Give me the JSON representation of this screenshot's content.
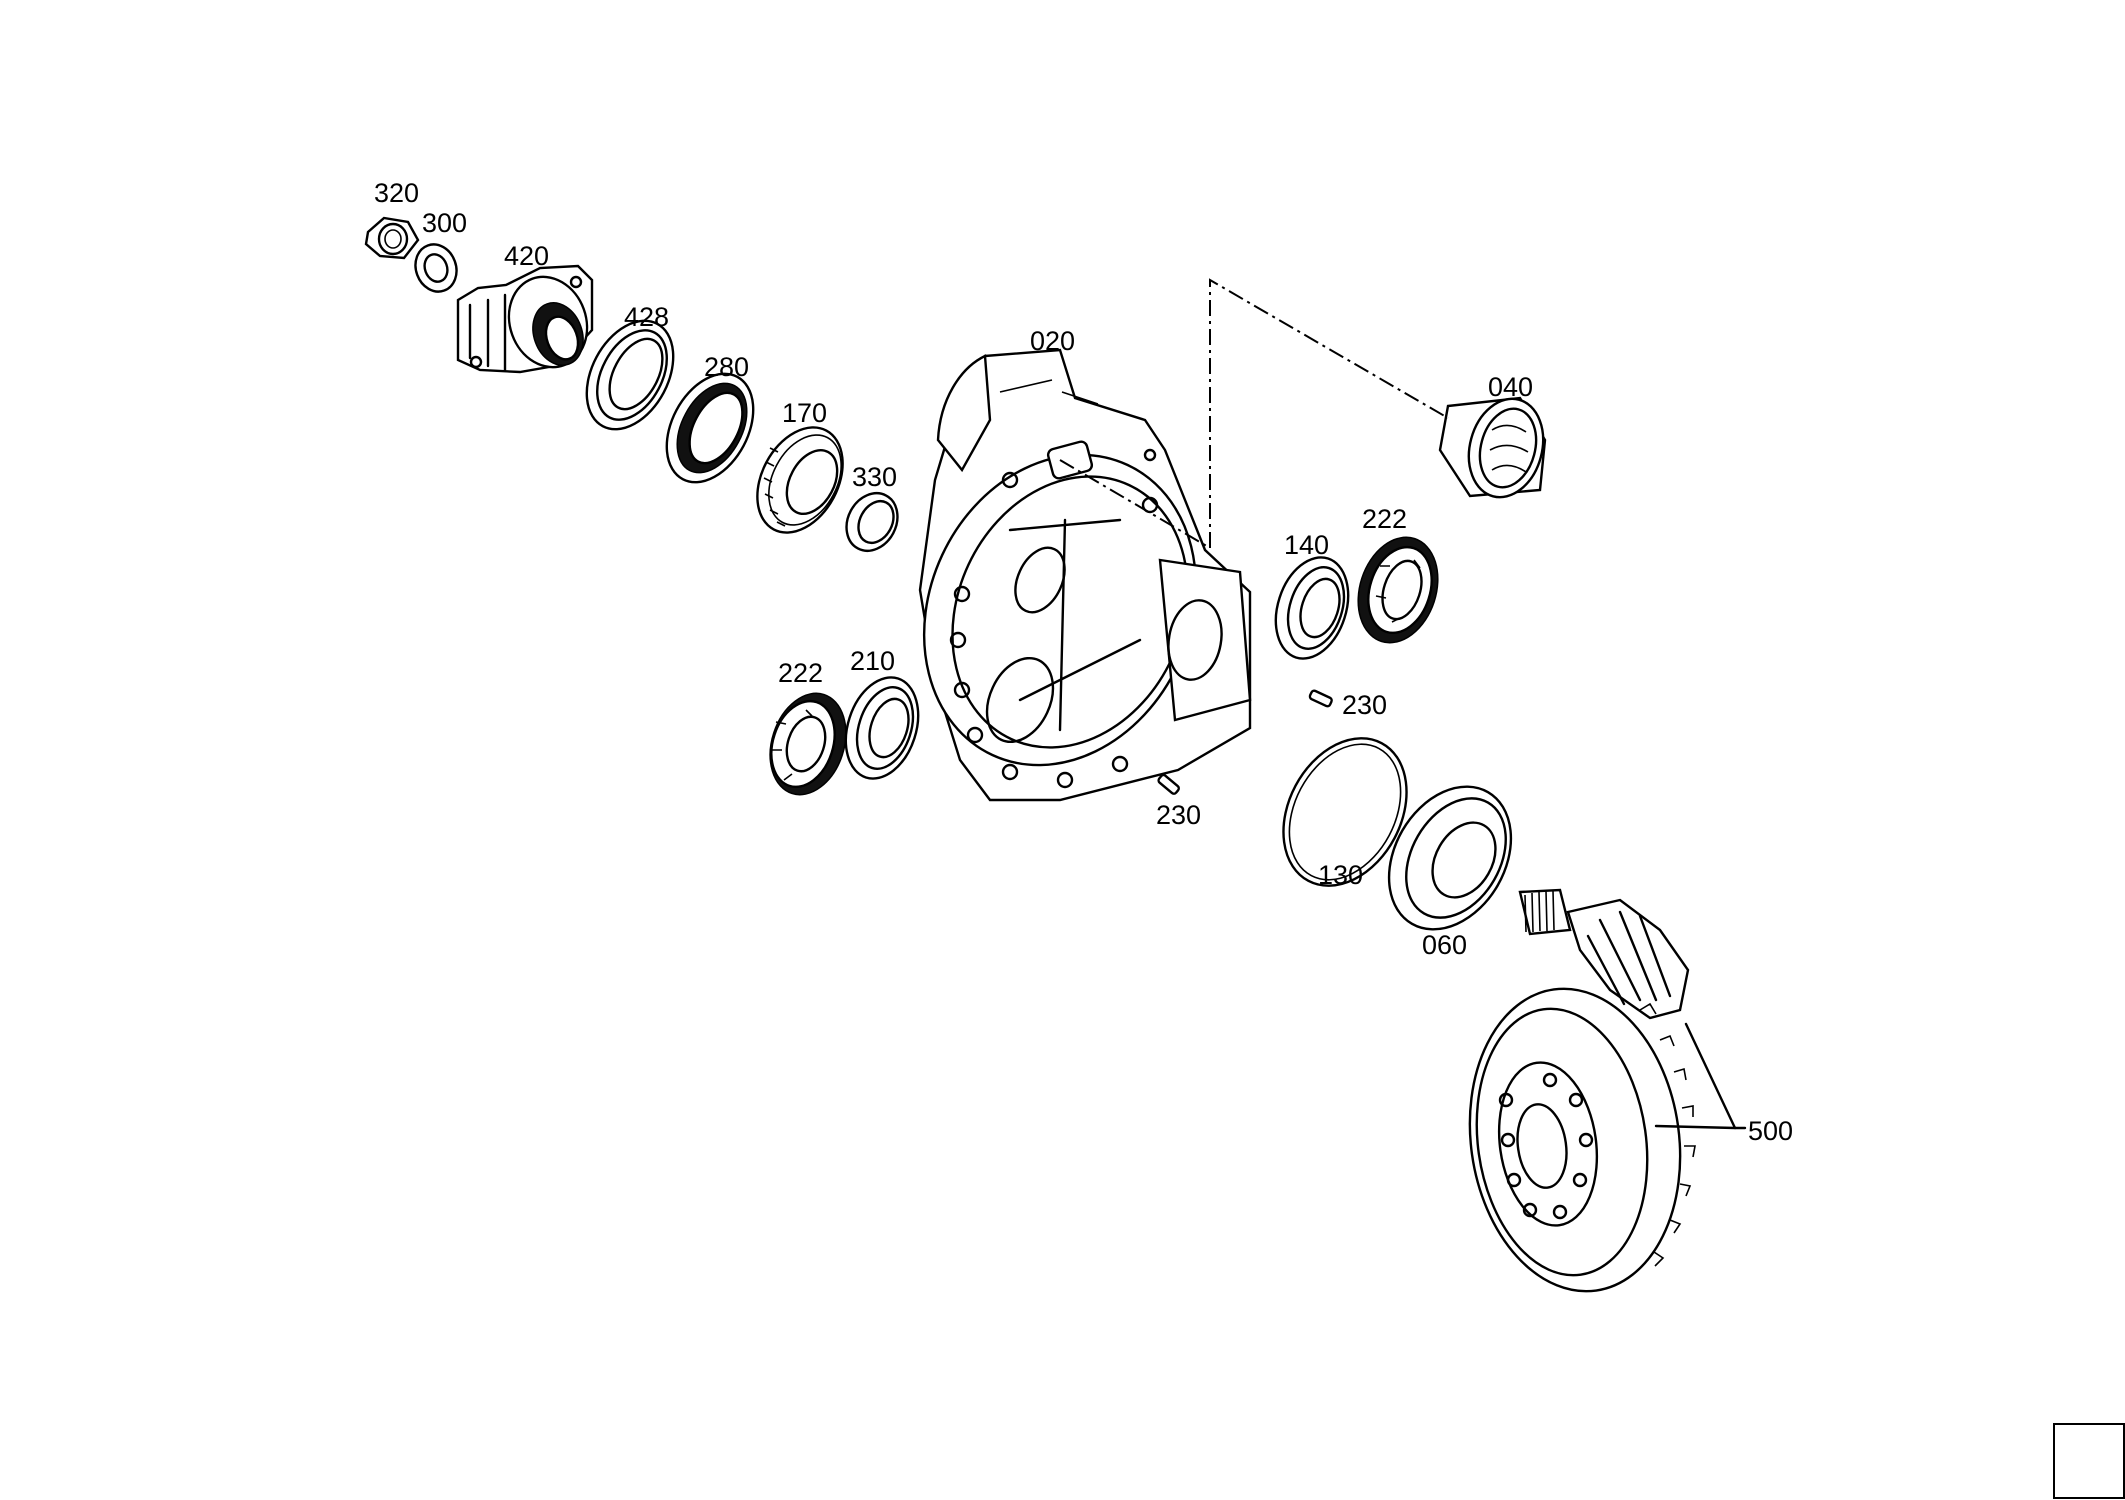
{
  "callouts": {
    "c320": "320",
    "c300": "300",
    "c420": "420",
    "c428": "428",
    "c280": "280",
    "c170": "170",
    "c330": "330",
    "c020": "020",
    "c040": "040",
    "c140": "140",
    "c222a": "222",
    "c222b": "222",
    "c210": "210",
    "c230a": "230",
    "c230b": "230",
    "c130": "130",
    "c060": "060",
    "c500": "500"
  }
}
